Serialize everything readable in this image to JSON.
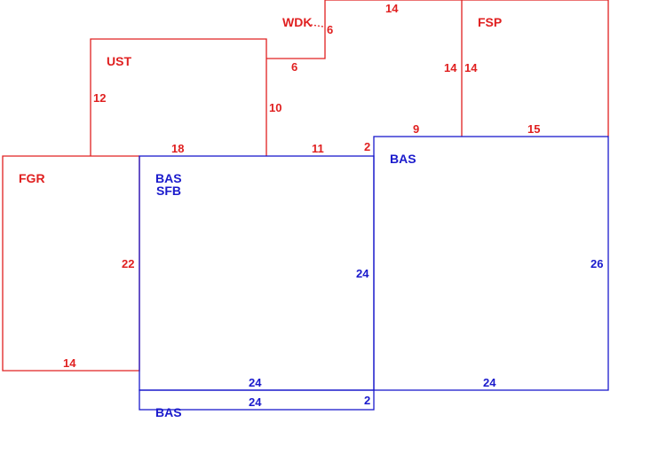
{
  "colors": {
    "red": "#e02020",
    "blue": "#1a1acc"
  },
  "areas": {
    "wdk": {
      "label": "WDK",
      "dims": {
        "top": "14",
        "left": "6",
        "bottom": "6",
        "right": "14"
      }
    },
    "fsp": {
      "label": "FSP",
      "dims": {
        "left": "14",
        "bottom": "15"
      }
    },
    "ust": {
      "label": "UST",
      "dims": {
        "left": "12",
        "right": "10",
        "bottom": "18"
      }
    },
    "fgr": {
      "label": "FGR",
      "dims": {
        "right": "22",
        "bottom": "14"
      }
    },
    "bas_sfb": {
      "label": "BAS",
      "sublabel": "SFB",
      "dims": {
        "top": "11",
        "right": "24",
        "bottom": "24"
      }
    },
    "bas_right": {
      "label": "BAS",
      "dims": {
        "top_left": "2",
        "top": "9",
        "right": "26",
        "bottom": "24"
      }
    },
    "bas_strip": {
      "label": "BAS",
      "dims": {
        "top": "24",
        "right": "2"
      }
    }
  }
}
